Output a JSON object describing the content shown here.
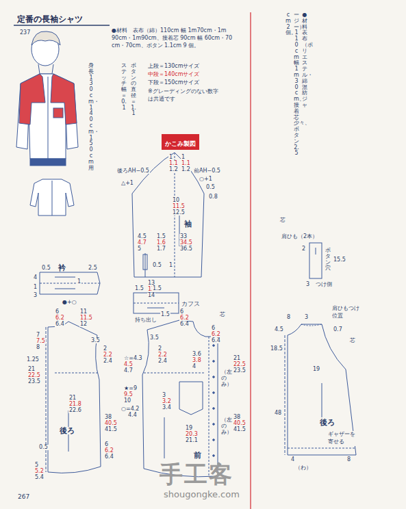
{
  "diagram": {
    "title": "定番の長袖シャツ",
    "nodes": [
      {
        "text": [
          "かこみ製図"
        ]
      }
    ],
    "labels": [
      "237",
      "●材料　表布（綿）110cm 幅 1m70cm・1m 90cm・1m90cm、接着芯 90cm 幅 60cm・70 cm・70cm、ボタン 1.1cm 9 個。",
      "身長130cm・140cm・150cm用",
      "上段＝130cmサイズ",
      "中段＝140cmサイズ",
      "下段＝150cmサイズ",
      "※グレーディングのない数字は共通です",
      "ボタンの直径＝1.1",
      "ステッチ幅＝0.1",
      "●材料　表布（ポリエステル・綿混紡ジャ",
      "ージー）110cm幅1m30cm、接着芯少々、ボタン2.5",
      "cm2個。",
      "1",
      "1.1",
      "1.2",
      "1",
      "1.1",
      "1.2",
      "後ろAH−0.5",
      "前AH−0.5",
      "△+1",
      "○+1",
      "0.5",
      "0.8",
      "10",
      "11.5",
      "12.5",
      "袖",
      "4.5",
      "4.7",
      "5",
      "1.5",
      "1.6",
      "1.7",
      "33",
      "34.5",
      "36.5",
      "0.5",
      "1",
      "13",
      "13.5",
      "14",
      "衿",
      "0.5",
      "2.5",
      "4",
      "1",
      "3",
      "1",
      "●+○",
      "1.5",
      "1.5",
      "カフス",
      "持ち出し",
      "6",
      "6.2",
      "6.4",
      "11",
      "11.5",
      "12",
      "7",
      "7.5",
      "8",
      "3.5",
      "2",
      "2.2",
      "2.4",
      "1.25",
      "21",
      "22.5",
      "23.5",
      "21",
      "21.8",
      "22.6",
      "後ろ",
      "38",
      "40.5",
      "41.5",
      "0.5",
      "6",
      "6.2",
      "6.4",
      "5",
      "5.2",
      "5.4",
      "1.5",
      "6",
      "6.2",
      "6.4",
      "芯",
      "3.5",
      "2",
      "2.2",
      "2.4",
      "☆=4.3",
      "4.5",
      "4.7",
      "3.6",
      "3.8",
      "4",
      "6",
      "6.2",
      "6.4",
      "21",
      "22.5",
      "23.5",
      "（左のみ）",
      "★=9",
      "9.5",
      "10",
      "○=4.2",
      "4.4",
      "3",
      "3.2",
      "3.4",
      "19",
      "20.3",
      "21.1",
      "前",
      "（左のみ）",
      "38",
      "40.5",
      "41.5",
      "芯",
      "肩ひも（2本）",
      "2",
      "ボタン穴",
      "15.5",
      "3",
      "つけ側",
      "8",
      "3",
      "肩ひもつけ位置",
      "4.5",
      "0.7",
      "芯",
      "18.5",
      "19",
      "48",
      "後ろ",
      "ギャザーを寄せる",
      "4",
      "8",
      "（わ）",
      "267",
      "手工客",
      "shougongke.com"
    ]
  }
}
